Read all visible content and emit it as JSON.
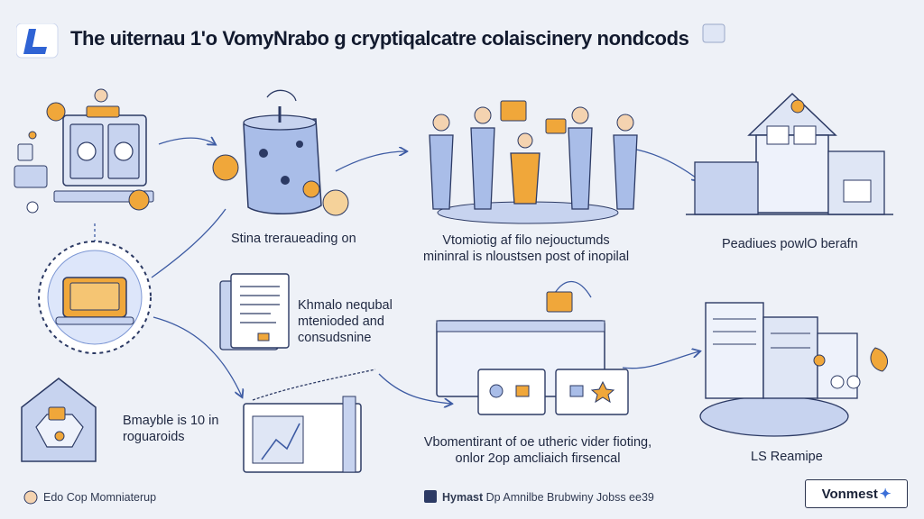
{
  "header": {
    "title": "The uiternau 1'o VomyNrabo g cryptiqalcatre colaiscinery nondcods"
  },
  "captions": {
    "c1": "Stina treraueading on",
    "c2_line1": "Vtomiotig af filo nejouctumds",
    "c2_line2": "mininral is nloustsen post of inopilal",
    "c3": "Peadiues powlO berafn",
    "c4_line1": "Khmalo nequbal",
    "c4_line2": "mtenioded and",
    "c4_line3": "consudsnine",
    "c5_line1": "Bmayble is 10 in",
    "c5_line2": "roguaroids",
    "c6_line1": "Vbomentirant of oe utheric vider fioting,",
    "c6_line2": "onlor 2op amcliaich firsencal",
    "c7": "LS Reamipe"
  },
  "footer": {
    "left": "Edo Cop Momniaterup",
    "center_bold": "Hymast",
    "center_rest": "Dp Amnilbe Brubwiny Jobss ee39",
    "badge_text": "Vonmest"
  },
  "colors": {
    "accent_orange": "#f0a73a",
    "accent_blue": "#7d97d4",
    "line_blue": "#3d5ba3",
    "bg": "#eef1f7"
  },
  "icons": [
    "server-monitor-icon",
    "coin-icon",
    "data-jar-icon",
    "team-people-icon",
    "house-building-icon",
    "laptop-circle-icon",
    "document-icon",
    "wallet-shield-icon",
    "chart-screen-icon",
    "browser-windows-icon",
    "city-buildings-icon"
  ]
}
